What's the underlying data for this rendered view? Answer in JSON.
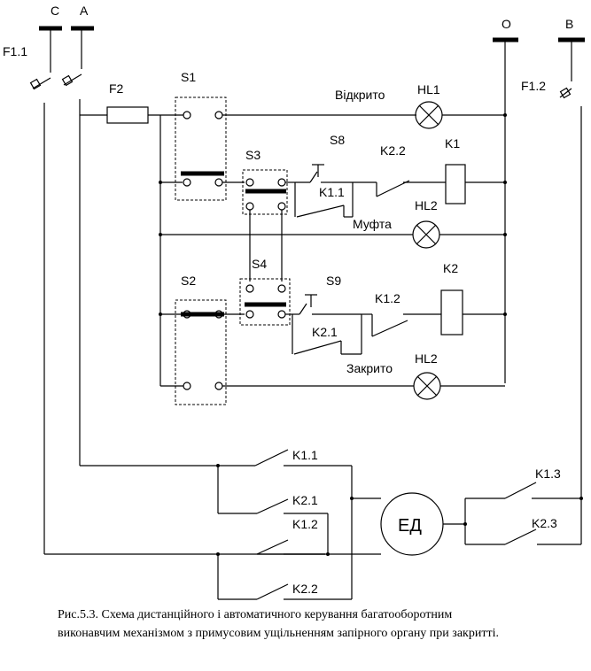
{
  "labels": {
    "bus_c": "C",
    "bus_a": "A",
    "bus_o": "O",
    "bus_b": "B",
    "f11": "F1.1",
    "f12": "F1.2",
    "f2": "F2",
    "s1": "S1",
    "s2": "S2",
    "s3": "S3",
    "s4": "S4",
    "s8": "S8",
    "s9": "S9",
    "k11_top": "K1.1",
    "k22_top": "K2.2",
    "k1_coil": "K1",
    "k2_coil": "K2",
    "k21_top": "K2.1",
    "k12_top": "K1.2",
    "hl1": "HL1",
    "hl2_mid": "HL2",
    "hl2_bot": "HL2",
    "opened": "Відкрито",
    "clutch": "Муфта",
    "closed": "Закрито",
    "k11_bot": "K1.1",
    "k21_bot": "K2.1",
    "k12_bot": "K1.2",
    "k22_bot": "K2.2",
    "k13": "K1.3",
    "k23": "K2.3",
    "motor": "ЕД"
  },
  "caption": {
    "line1": "Рис.5.3. Схема дистанційного і автоматичного керування багатооборотним",
    "line2": "виконавчим механізмом з примусовим ущільненням запірного органу  при закритті."
  }
}
